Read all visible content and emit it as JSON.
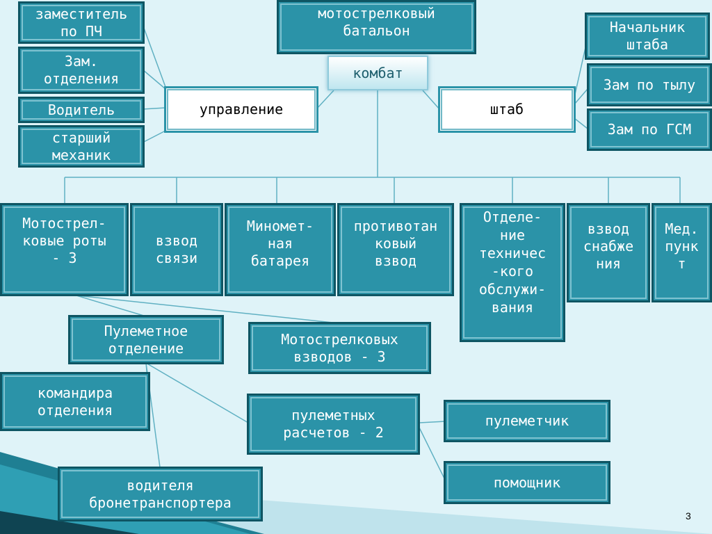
{
  "diagram": {
    "nodes": {
      "battalion": "мотострелковый\nбатальон",
      "kombat": "комбат",
      "upravlenie": "управление",
      "shtab": "штаб",
      "deputy_pch": "заместитель\nпо ПЧ",
      "deputy_dept": "Зам.\nотделения",
      "driver": "Водитель",
      "senior_mechanic": "старший\nмеханик",
      "chief_of_staff": "Начальник\nштаба",
      "deputy_rear": "Зам по тылу",
      "deputy_gsm": "Зам по ГСМ",
      "motor_rifle_companies": "Мотострел-\nковые роты\n- 3",
      "signal_platoon": "взвод\nсвязи",
      "mortar_battery": "Миномет-\nная\nбатарея",
      "antitank_platoon": "противотан\nковый\nвзвод",
      "maintenance_section": "Отделе-\nние\nтехничес\n-кого\nобслужи-\nвания",
      "supply_platoon": "взвод\nснабже\nния",
      "medical_point": "Мед.\nпунк\nт",
      "mg_section": "Пулеметное\nотделение",
      "motor_rifle_platoons": "Мотострелковых\nвзводов -  3",
      "section_commanders": "командира\nотделения",
      "mg_crews": "пулеметных\nрасчетов - 2",
      "machine_gunner": "пулеметчик",
      "assistant": "помощник",
      "apc_drivers": "водителя\nбронетранспортера"
    },
    "edges": [
      [
        "deputy_pch",
        "upravlenie"
      ],
      [
        "deputy_dept",
        "upravlenie"
      ],
      [
        "driver",
        "upravlenie"
      ],
      [
        "senior_mechanic",
        "upravlenie"
      ],
      [
        "upravlenie",
        "kombat"
      ],
      [
        "kombat",
        "shtab"
      ],
      [
        "shtab",
        "chief_of_staff"
      ],
      [
        "shtab",
        "deputy_rear"
      ],
      [
        "shtab",
        "deputy_gsm"
      ],
      [
        "kombat",
        "motor_rifle_companies"
      ],
      [
        "kombat",
        "signal_platoon"
      ],
      [
        "kombat",
        "mortar_battery"
      ],
      [
        "kombat",
        "antitank_platoon"
      ],
      [
        "kombat",
        "maintenance_section"
      ],
      [
        "kombat",
        "supply_platoon"
      ],
      [
        "kombat",
        "medical_point"
      ],
      [
        "motor_rifle_companies",
        "mg_section"
      ],
      [
        "motor_rifle_companies",
        "motor_rifle_platoons"
      ],
      [
        "mg_section",
        "section_commanders"
      ],
      [
        "mg_section",
        "mg_crews"
      ],
      [
        "mg_section",
        "apc_drivers"
      ],
      [
        "mg_crews",
        "machine_gunner"
      ],
      [
        "mg_crews",
        "assistant"
      ]
    ]
  },
  "colors": {
    "background": "#dff3f8",
    "box_fill": "#2b93a8",
    "box_border": "#0e5563",
    "line": "#5fb0c2"
  },
  "page_number": "3"
}
